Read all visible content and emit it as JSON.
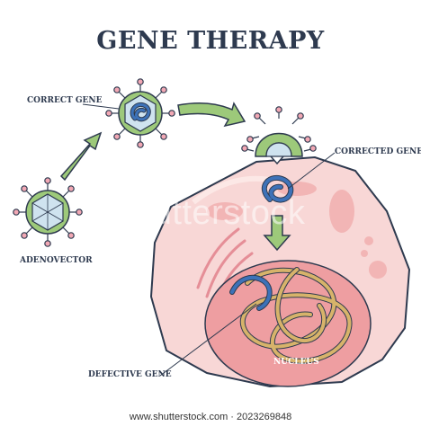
{
  "diagram": {
    "title": "GENE THERAPY",
    "labels": {
      "correct_gene": "CORRECT GENE",
      "adenovector": "ADENOVECTOR",
      "corrected_gene": "CORRECTED GENE",
      "defective_gene": "DEFECTIVE GENE",
      "nucleus": "NUCLEUS"
    },
    "colors": {
      "outline": "#2e3a4f",
      "virus_fill": "#cfe3ef",
      "virus_spike": "#f2a8b4",
      "arrow": "#9dc97a",
      "cell_fill": "#f8d7d6",
      "nucleus_fill": "#ee9ea1",
      "gene_blue": "#3d72b8",
      "gene_gold": "#d7b36a"
    }
  },
  "watermark": "shutterstock",
  "footer": {
    "url": "www.shutterstock.com · 2023269848"
  }
}
